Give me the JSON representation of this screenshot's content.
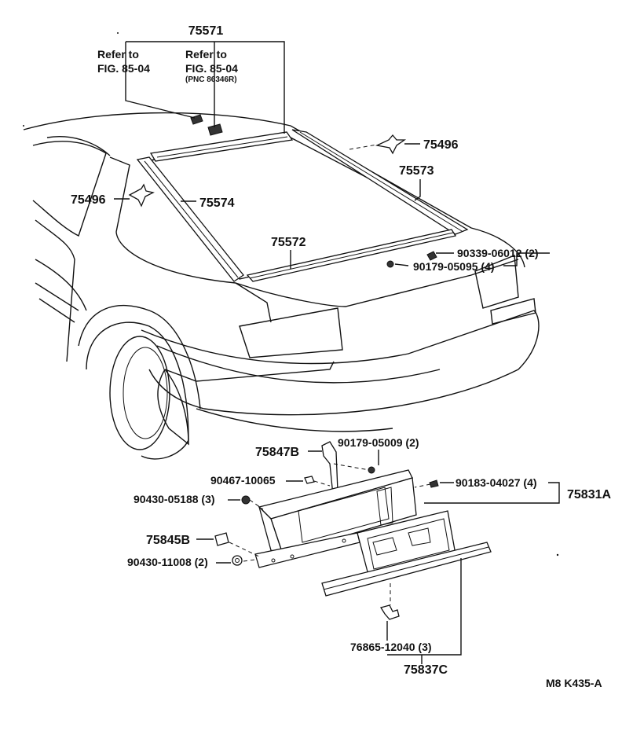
{
  "labels": {
    "p75571": "75571",
    "refer1_a": "Refer to",
    "refer1_b": "FIG. 85-04",
    "refer2_a": "Refer to",
    "refer2_b": "FIG. 85-04",
    "refer2_c": "(PNC 86346R)",
    "p75496_right": "75496",
    "p75573": "75573",
    "p75496_left": "75496",
    "p75574": "75574",
    "p75572": "75572",
    "p90339": "90339-06012 (2)",
    "p90179a": "90179-05095 (4)",
    "p75847B": "75847B",
    "p90179b": "90179-05009 (2)",
    "p90467": "90467-10065",
    "p90183": "90183-04027 (4)",
    "p75831A": "75831A",
    "p90430a": "90430-05188 (3)",
    "p75845B": "75845B",
    "p90430b": "90430-11008 (2)",
    "p76865": "76865-12040 (3)",
    "p75837C": "75837C",
    "code": "M8  K435-A"
  }
}
